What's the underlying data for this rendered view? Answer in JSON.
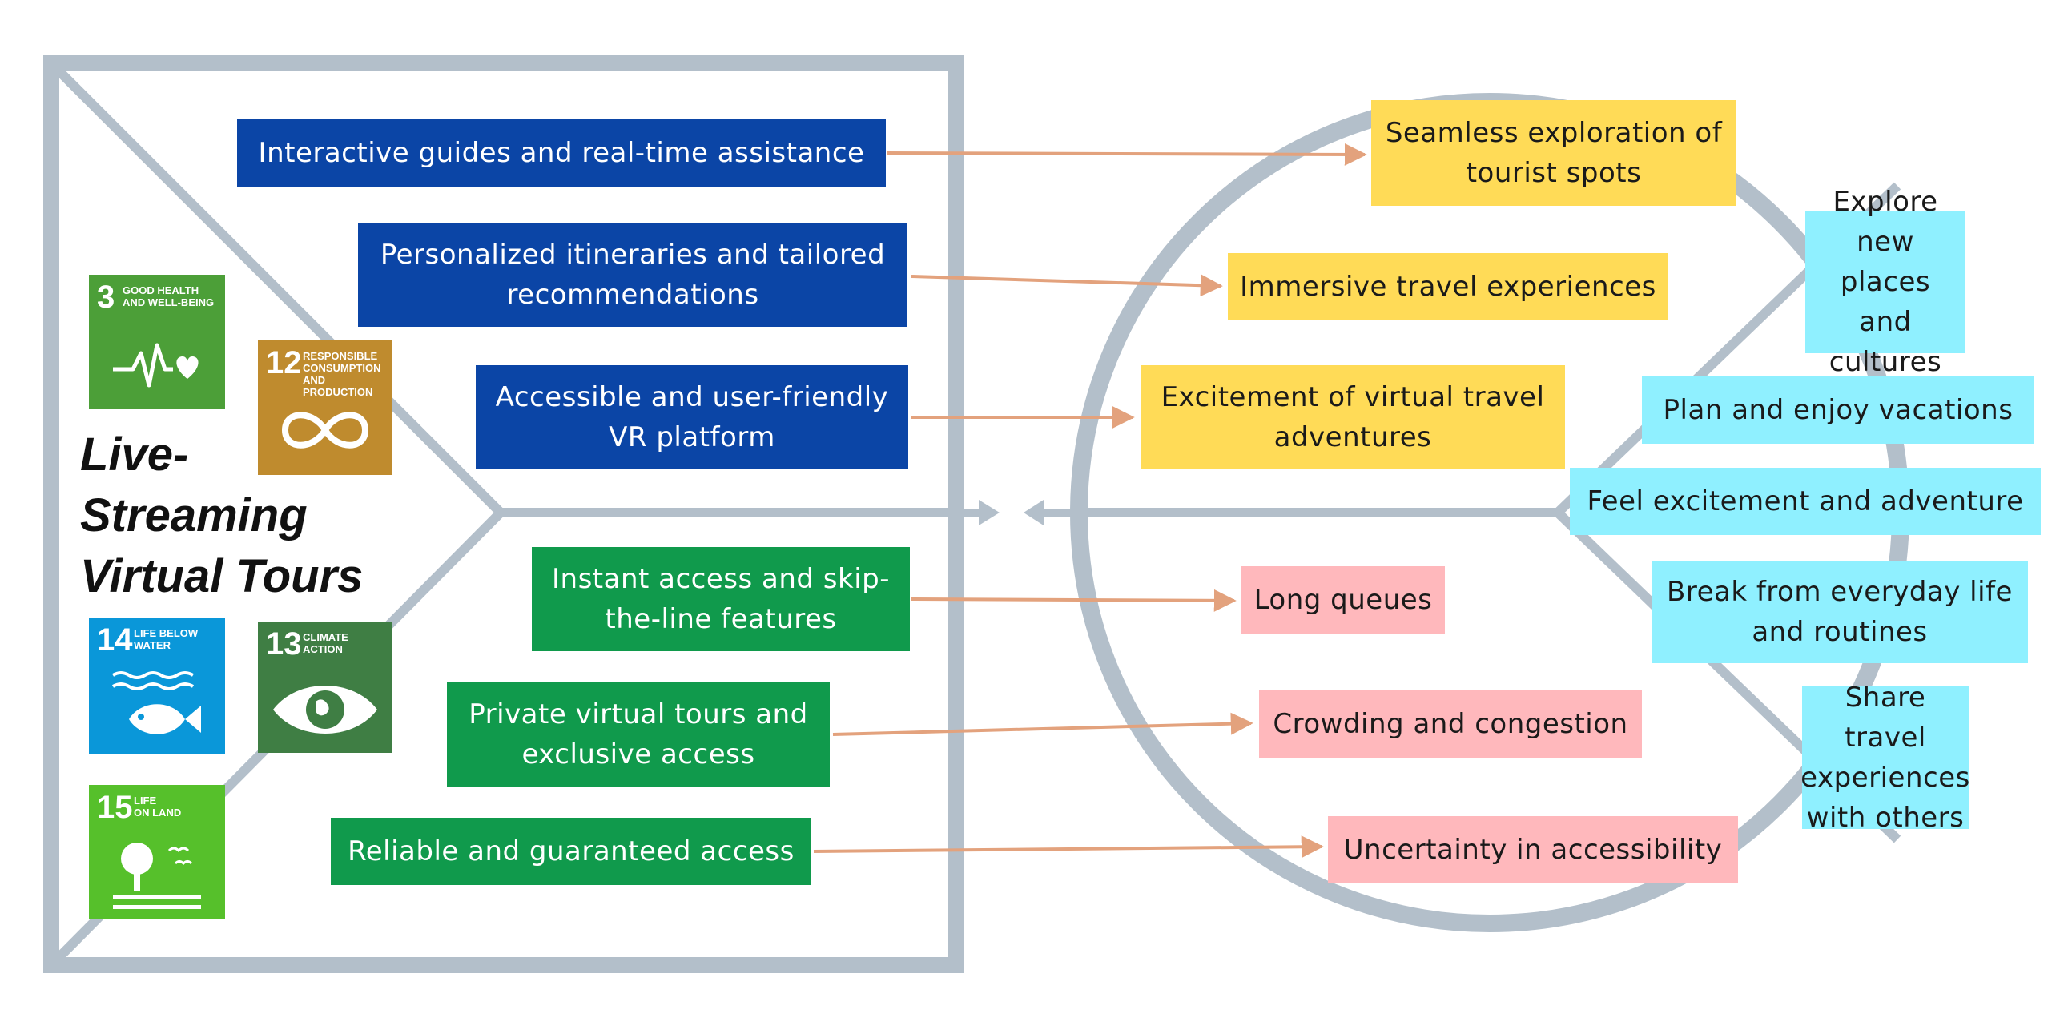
{
  "colors": {
    "frame": "#b3bfca",
    "gain_creator_box": "#0b45a6",
    "pain_reliever_box": "#109a4c",
    "gain_box": "#ffdb57",
    "pain_box": "#ffb8bc",
    "job_box": "#8ff0ff",
    "arrow": "#e3a27d"
  },
  "product": {
    "title": "Live-\nStreaming\nVirtual Tours"
  },
  "sdg_badges": [
    {
      "number": "3",
      "text": "GOOD HEALTH\nAND WELL-BEING",
      "color": "#4c9f38",
      "icon": "heartbeat-icon"
    },
    {
      "number": "12",
      "text": "RESPONSIBLE\nCONSUMPTION\nAND PRODUCTION",
      "color": "#bf8b2e",
      "icon": "infinity-loop-icon"
    },
    {
      "number": "14",
      "text": "LIFE BELOW\nWATER",
      "color": "#0a97d9",
      "icon": "fish-icon"
    },
    {
      "number": "13",
      "text": "CLIMATE\nACTION",
      "color": "#3f7e44",
      "icon": "eye-globe-icon"
    },
    {
      "number": "15",
      "text": "LIFE\nON LAND",
      "color": "#56c02b",
      "icon": "tree-birds-icon"
    }
  ],
  "gain_creators": [
    "Interactive guides and real-time assistance",
    "Personalized itineraries and tailored\nrecommendations",
    "Accessible and user-friendly\nVR platform"
  ],
  "pain_relievers": [
    "Instant access and skip-\nthe-line features",
    "Private virtual tours and\nexclusive access",
    "Reliable and guaranteed access"
  ],
  "gains": [
    "Seamless exploration of\ntourist spots",
    "Immersive travel experiences",
    "Excitement of virtual travel\nadventures"
  ],
  "pains": [
    "Long queues",
    "Crowding and congestion",
    "Uncertainty in accessibility"
  ],
  "customer_jobs": [
    "Explore new\nplaces and\ncultures",
    "Plan and enjoy vacations",
    "Feel excitement and adventure",
    "Break from everyday life\nand routines",
    "Share travel\nexperiences\nwith others"
  ]
}
